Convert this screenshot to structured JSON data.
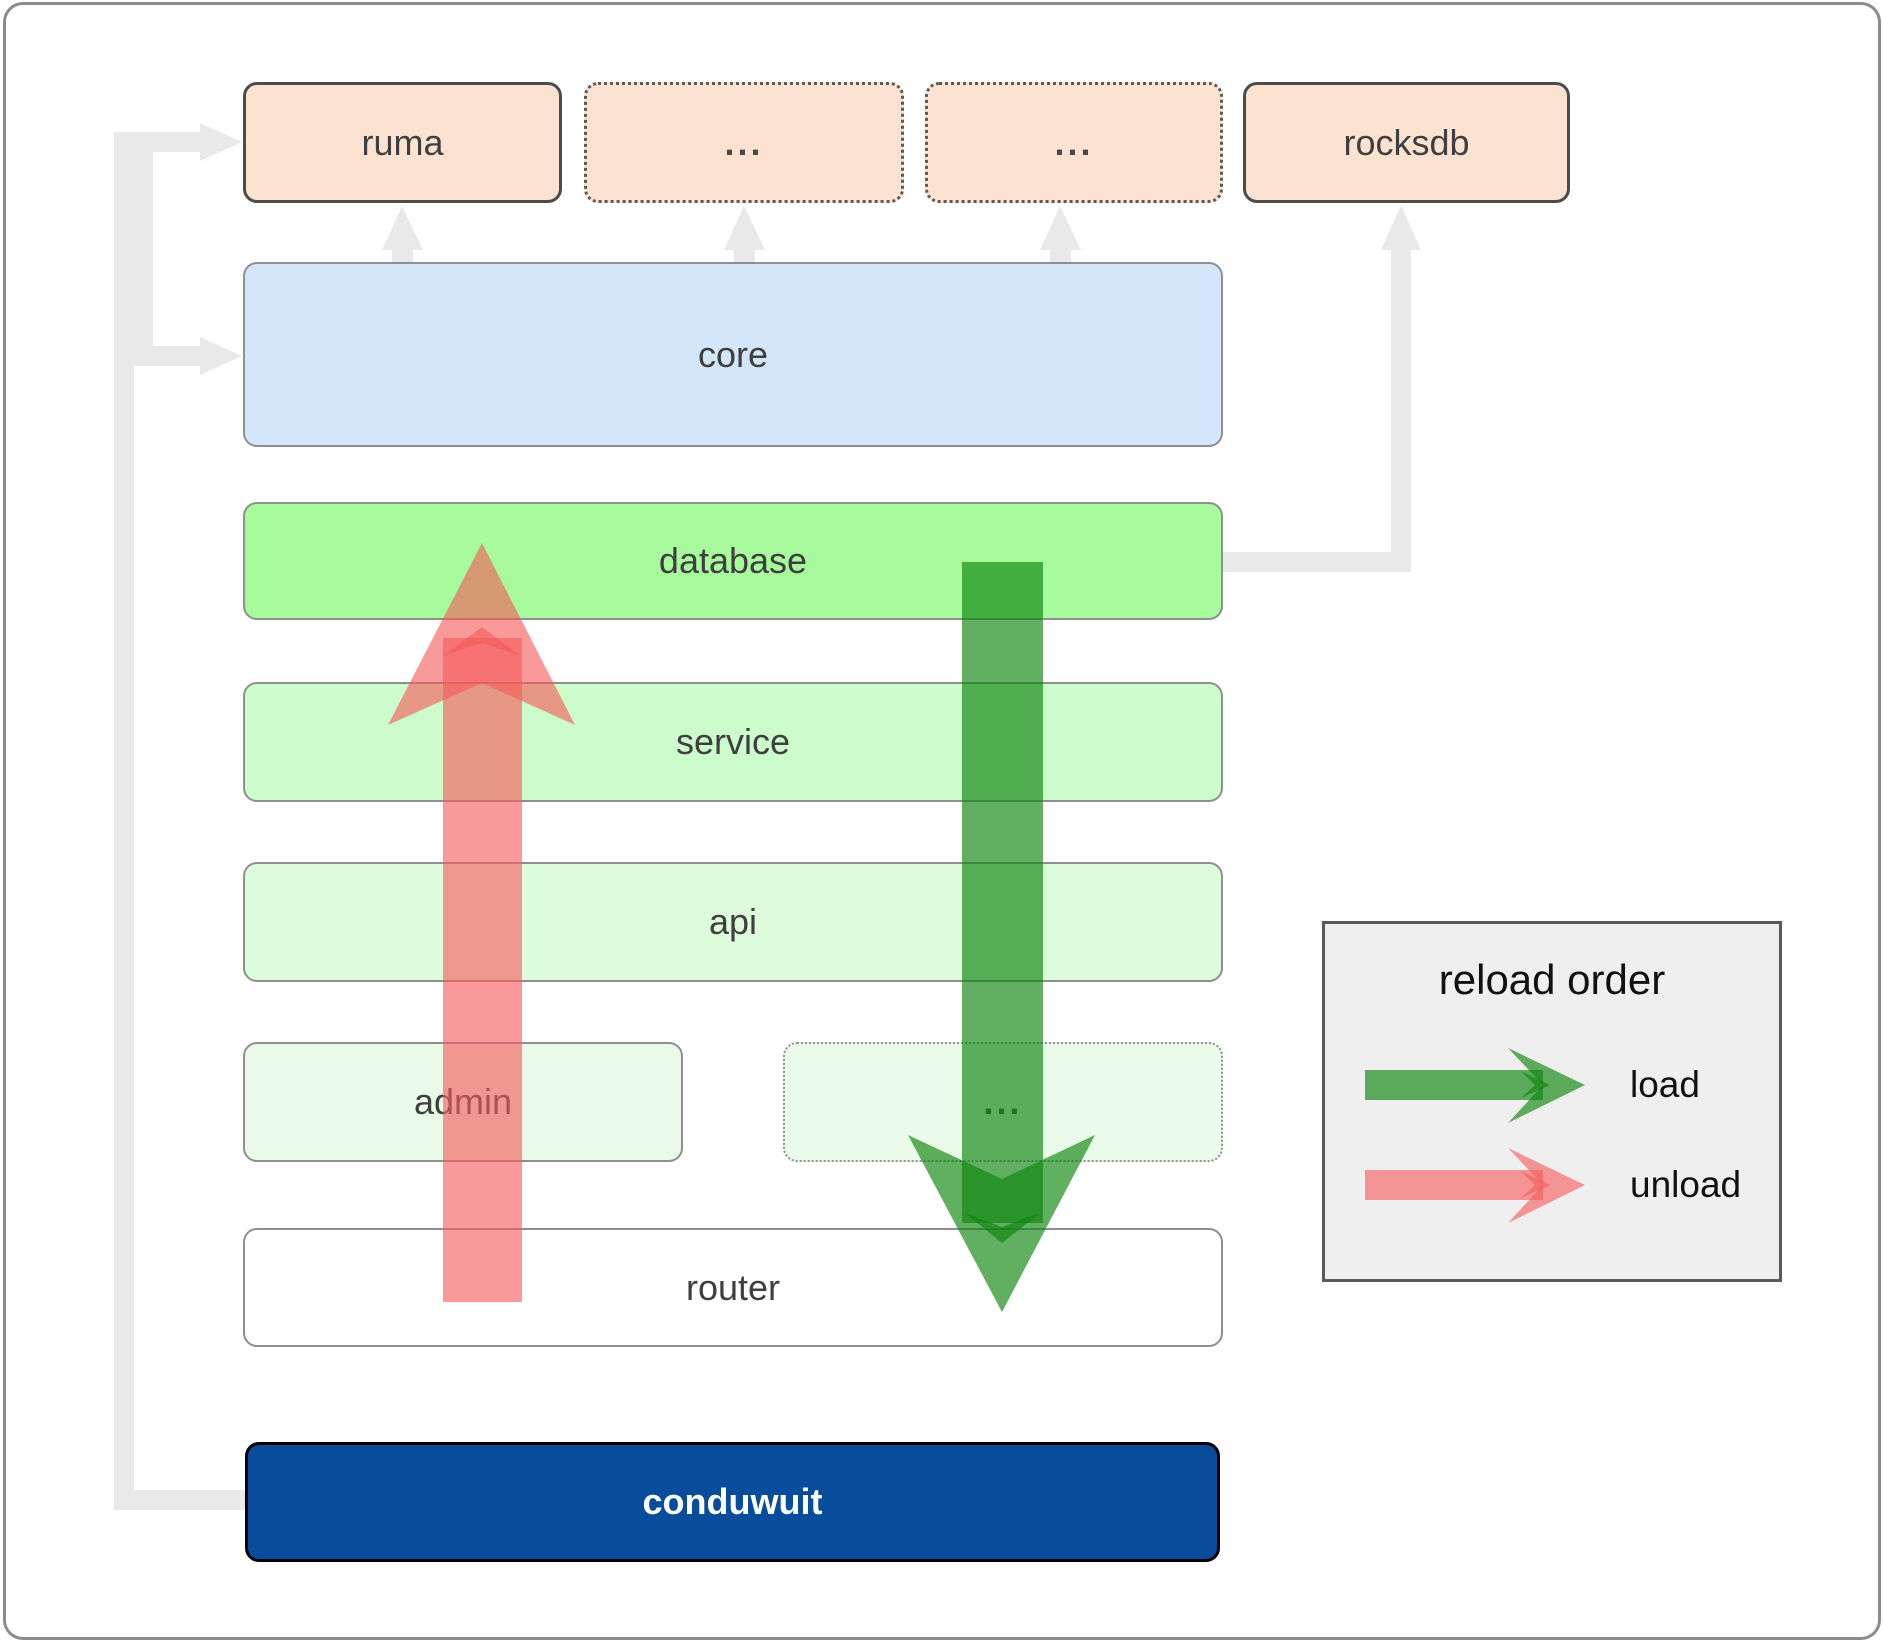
{
  "diagram": {
    "top_row": {
      "ruma": "ruma",
      "dots1": "...",
      "dots2": "...",
      "rocksdb": "rocksdb"
    },
    "layers": {
      "core": "core",
      "database": "database",
      "service": "service",
      "api": "api",
      "admin": "admin",
      "admin_dots": "...",
      "router": "router",
      "conduwuit": "conduwuit"
    },
    "legend": {
      "title": "reload order",
      "load_label": "load",
      "unload_label": "unload"
    },
    "colors": {
      "load_arrow": "#0c840c",
      "unload_arrow": "#f65a5a",
      "connector_gray": "#e9e9e9",
      "core_fill": "#d4e6fa",
      "database_fill": "#a7fb9d",
      "service_fill": "#ccfccb",
      "api_fill": "#ddfcdc",
      "peach_fill": "#fce3d1",
      "conduwuit_fill": "#084d9c",
      "legend_fill": "#efefef"
    }
  }
}
